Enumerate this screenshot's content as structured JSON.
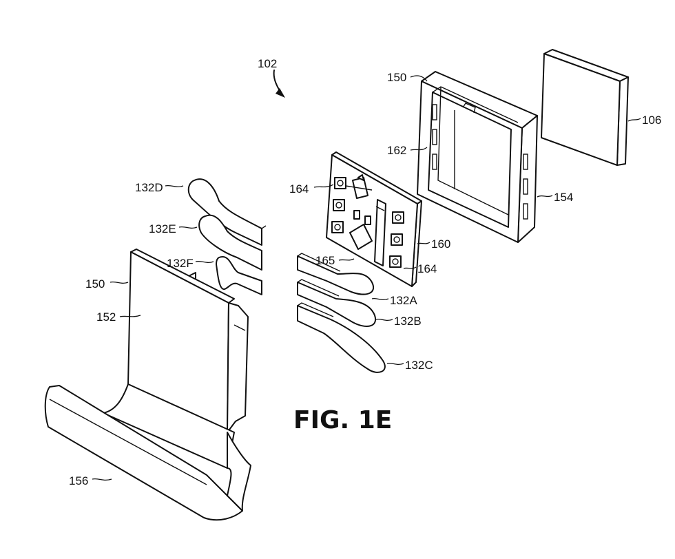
{
  "figure": {
    "title": "FIG. 1E",
    "assembly_label": "102",
    "labels": {
      "l150_top": "150",
      "l106": "106",
      "l162": "162",
      "l154": "154",
      "l164_top": "164",
      "l160": "160",
      "l165": "165",
      "l164_bottom": "164",
      "l132A": "132A",
      "l132B": "132B",
      "l132C": "132C",
      "l132D": "132D",
      "l132E": "132E",
      "l132F": "132F",
      "l150_left": "150",
      "l152": "152",
      "l156": "156"
    }
  }
}
